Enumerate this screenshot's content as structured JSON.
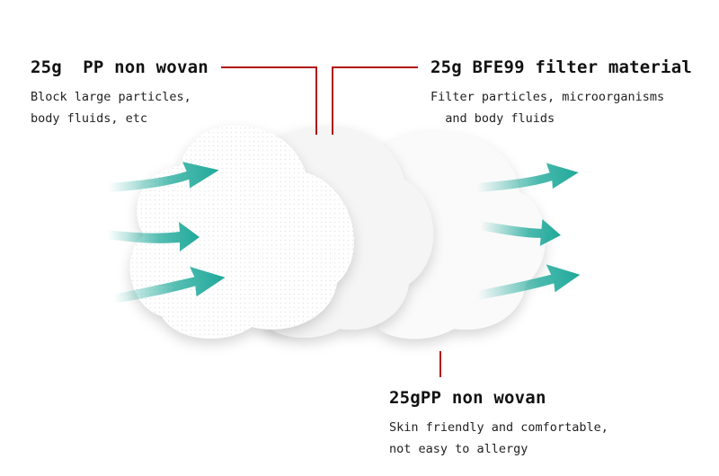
{
  "layers": [
    {
      "heading": "25g  PP non wovan",
      "lines": [
        "Block large particles,",
        "body fluids, etc"
      ]
    },
    {
      "heading": "25g BFE99 filter material",
      "lines": [
        "Filter particles, microorganisms",
        "  and body fluids"
      ]
    },
    {
      "heading": "25gPP non wovan",
      "lines": [
        "Skin friendly and comfortable,",
        "not easy to allergy"
      ]
    }
  ],
  "colors": {
    "leader_line": "#b0111b",
    "airflow_arrow": "#1fa99a",
    "pad_fill": "#fbfbfb"
  },
  "icons": {
    "airflow_in": "arrow-right-icon",
    "airflow_out": "arrow-right-icon"
  }
}
